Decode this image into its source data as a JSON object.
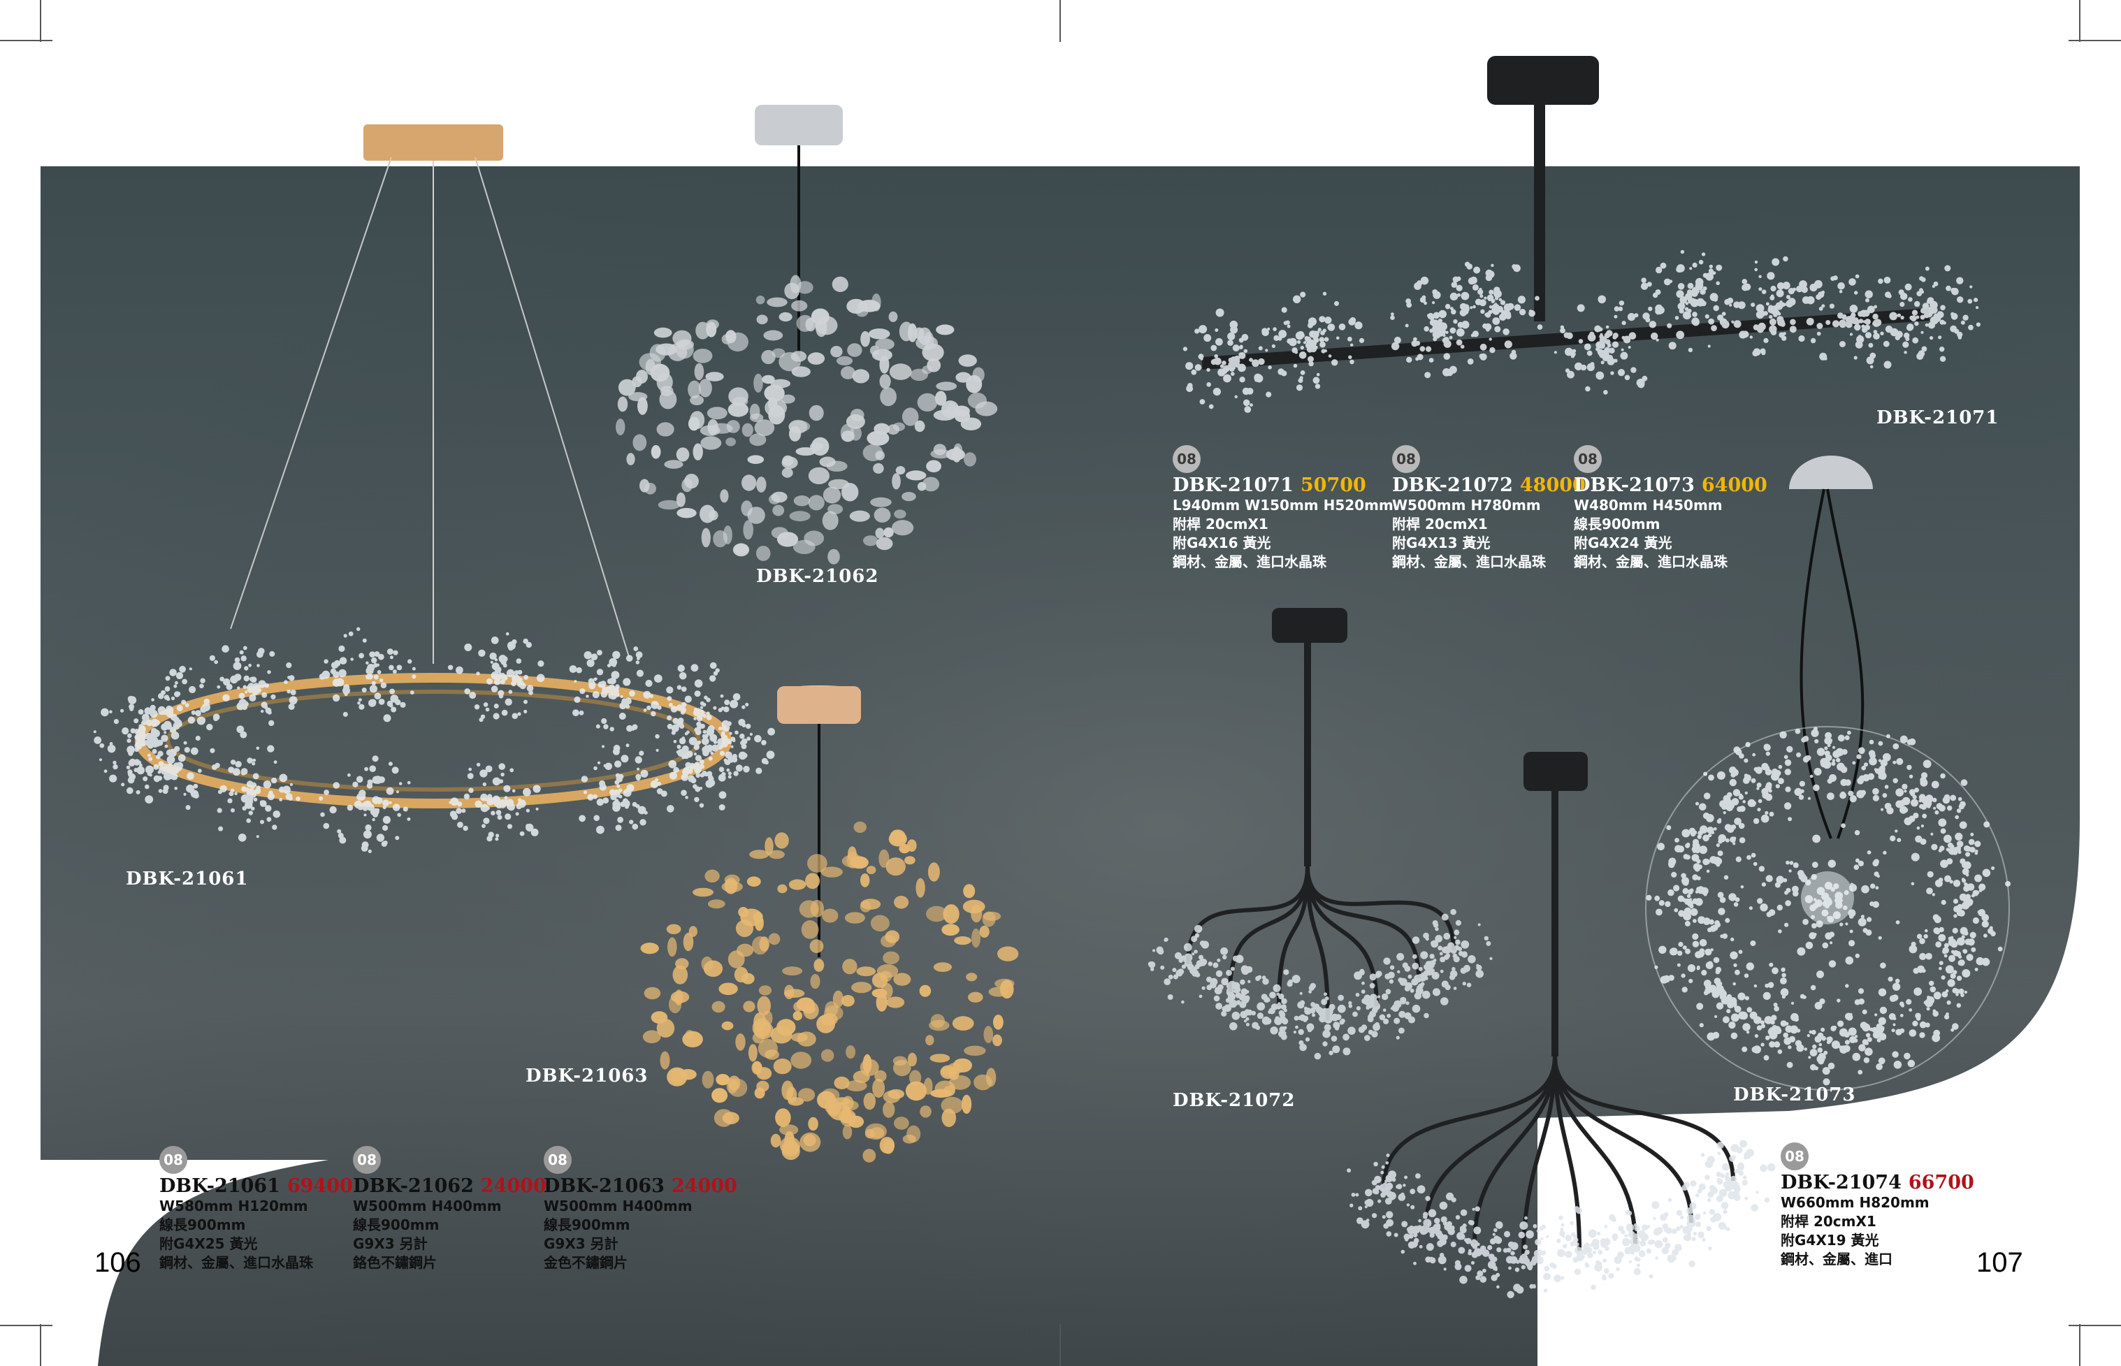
{
  "colors": {
    "panel_dark": "#37474b",
    "panel_mid": "#4e5a5d",
    "price_red": "#b0121a",
    "price_gold": "#f2b705",
    "badge_gray": "#9a9a9a",
    "gold_metal": "#d9a760",
    "chrome_metal": "#c9ccd0",
    "black_metal": "#1f2022"
  },
  "labels": {
    "dbk_21061": "DBK-21061",
    "dbk_21062": "DBK-21062",
    "dbk_21063": "DBK-21063",
    "dbk_21071": "DBK-21071",
    "dbk_21072": "DBK-21072",
    "dbk_21073": "DBK-21073"
  },
  "products": {
    "p21061": {
      "badge": "08",
      "model": "DBK-21061",
      "price": "69400",
      "lines": [
        "W580mm H120mm",
        "線長900mm",
        "附G4X25 黃光",
        "鋼材、金屬、進口水晶珠"
      ]
    },
    "p21062": {
      "badge": "08",
      "model": "DBK-21062",
      "price": "24000",
      "lines": [
        "W500mm H400mm",
        "線長900mm",
        "G9X3 另計",
        "鉻色不鏽鋼片"
      ]
    },
    "p21063": {
      "badge": "08",
      "model": "DBK-21063",
      "price": "24000",
      "lines": [
        "W500mm H400mm",
        "線長900mm",
        "G9X3 另計",
        "金色不鏽鋼片"
      ]
    },
    "p21071": {
      "badge": "08",
      "model": "DBK-21071",
      "price": "50700",
      "lines": [
        "L940mm W150mm H520mm",
        "附桿 20cmX1",
        "附G4X16 黃光",
        "鋼材、金屬、進口水晶珠"
      ]
    },
    "p21072": {
      "badge": "08",
      "model": "DBK-21072",
      "price": "48000",
      "lines": [
        "W500mm H780mm",
        "附桿 20cmX1",
        "附G4X13 黃光",
        "鋼材、金屬、進口水晶珠"
      ]
    },
    "p21073": {
      "badge": "08",
      "model": "DBK-21073",
      "price": "64000",
      "lines": [
        "W480mm H450mm",
        "線長900mm",
        "附G4X24 黃光",
        "鋼材、金屬、進口水晶珠"
      ]
    },
    "p21074": {
      "badge": "08",
      "model": "DBK-21074",
      "price": "66700",
      "lines": [
        "W660mm H820mm",
        "附桿 20cmX1",
        "附G4X19 黃光",
        "鋼材、金屬、進口"
      ]
    }
  },
  "pages": {
    "left": "106",
    "right": "107"
  }
}
